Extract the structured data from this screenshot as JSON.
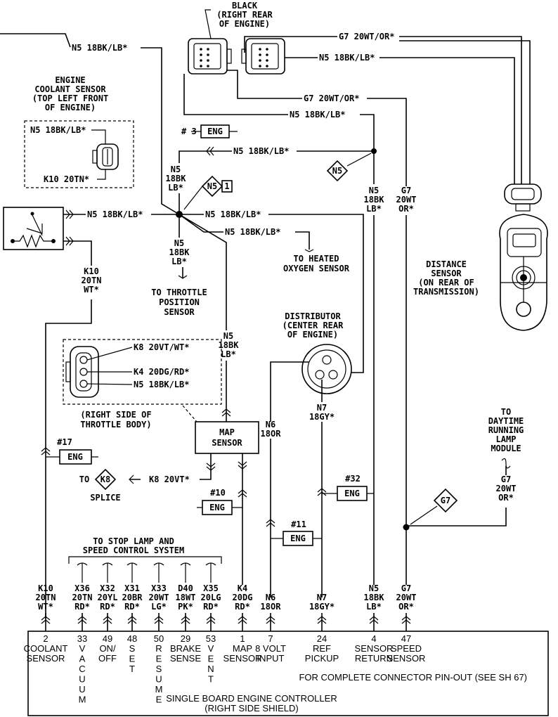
{
  "black_connector": {
    "label": [
      "BLACK",
      "(RIGHT REAR",
      "OF ENGINE)"
    ]
  },
  "top_wires": {
    "n5_left": "N5 18BK/LB*",
    "g7_top": "G7 20WT/OR*",
    "n5_top": "N5 18BK/LB*",
    "g7_mid": "G7 20WT/OR*",
    "n5_mid": "N5 18BK/LB*",
    "n5_splice_in": "N5 18BK/LB*"
  },
  "coolant_sensor": {
    "title": [
      "ENGINE",
      "COOLANT SENSOR",
      "(TOP LEFT FRONT",
      "OF ENGINE)"
    ],
    "wire_n5": "N5 18BK/LB*",
    "wire_k10": "K10 20TN*",
    "out_n5": "N5 18BK/LB*",
    "out_k10": [
      "K10",
      "20TN",
      "WT*"
    ]
  },
  "splice": {
    "ground_ref": {
      "num": "# 3",
      "label": "ENG"
    },
    "diamond_n5_1": {
      "text": "N5",
      "num": "1"
    },
    "diamond_n5": "N5",
    "above_n5": [
      "N5",
      "18BK",
      "LB*"
    ],
    "right_n5_a": "N5 18BK/LB*",
    "right_n5_b": "N5 18BK/LB*",
    "below_n5": [
      "N5",
      "18BK",
      "LB*"
    ],
    "to_tps": [
      "TO THROTTLE",
      "POSITION",
      "SENSOR"
    ],
    "to_o2": [
      "TO HEATED",
      "OXYGEN SENSOR"
    ],
    "map_n5": [
      "N5",
      "18BK",
      "LB*"
    ],
    "return_n5": [
      "N5",
      "18BK",
      "LB*"
    ],
    "speed_g7": [
      "G7",
      "20WT",
      "OR*"
    ]
  },
  "throttle_body": {
    "wires": [
      "K8 20VT/WT*",
      "K4 20DG/RD*",
      "N5 18BK/LB*"
    ],
    "label": [
      "(RIGHT SIDE OF",
      "THROTTLE BODY)"
    ]
  },
  "map_sensor": {
    "label": [
      "MAP",
      "SENSOR"
    ],
    "k8_wire": "K8 20VT*",
    "to": "TO",
    "k8_diamond": "K8",
    "splice": "SPLICE"
  },
  "distributor": {
    "label": [
      "DISTRIBUTOR",
      "(CENTER REAR",
      "OF ENGINE)"
    ],
    "n6": [
      "N6",
      "18OR"
    ],
    "n7": [
      "N7",
      "18GY*"
    ]
  },
  "distance_sensor": {
    "label": [
      "DISTANCE",
      "SENSOR",
      "(ON REAR OF",
      "TRANSMISSION)"
    ]
  },
  "drl": {
    "label": [
      "TO",
      "DAYTIME",
      "RUNNING",
      "LAMP",
      "MODULE"
    ],
    "wire": [
      "G7",
      "20WT",
      "OR*"
    ],
    "diamond": "G7"
  },
  "eng_refs": [
    {
      "num": "#17",
      "label": "ENG"
    },
    {
      "num": "#10",
      "label": "ENG"
    },
    {
      "num": "#11",
      "label": "ENG"
    },
    {
      "num": "#32",
      "label": "ENG"
    }
  ],
  "stop_lamp": {
    "label": [
      "TO STOP LAMP AND",
      "SPEED CONTROL SYSTEM"
    ]
  },
  "bottom_wires": [
    [
      "K10",
      "20TN",
      "WT*"
    ],
    [
      "X36",
      "20TN",
      "RD*"
    ],
    [
      "X32",
      "20YL",
      "RD*"
    ],
    [
      "X31",
      "20BR",
      "RD*"
    ],
    [
      "X33",
      "20WT",
      "LG*"
    ],
    [
      "D40",
      "18WT",
      "PK*"
    ],
    [
      "X35",
      "20LG",
      "RD*"
    ],
    [
      "K4",
      "20DG",
      "RD*"
    ],
    [
      "N6",
      "18OR"
    ],
    [
      "N7",
      "18GY*"
    ],
    [
      "N5",
      "18BK",
      "LB*"
    ],
    [
      "G7",
      "20WT",
      "OR*"
    ]
  ],
  "controller": {
    "pins": [
      {
        "num": "2",
        "label": [
          "COOLANT",
          "SENSOR"
        ]
      },
      {
        "num": "33",
        "label": [
          "V",
          "A",
          "C",
          "U",
          "U",
          "M"
        ]
      },
      {
        "num": "49",
        "label": [
          "ON/",
          "OFF"
        ]
      },
      {
        "num": "48",
        "label": [
          "S",
          "E",
          "T"
        ]
      },
      {
        "num": "50",
        "label": [
          "R",
          "E",
          "S",
          "U",
          "M",
          "E"
        ]
      },
      {
        "num": "29",
        "label": [
          "BRAKE",
          "SENSE"
        ]
      },
      {
        "num": "53",
        "label": [
          "V",
          "E",
          "N",
          "T"
        ]
      },
      {
        "num": "1",
        "label": [
          "MAP",
          "SENSOR"
        ]
      },
      {
        "num": "7",
        "label": [
          "8 VOLT",
          "INPUT"
        ]
      },
      {
        "num": "24",
        "label": [
          "REF",
          "PICKUP"
        ]
      },
      {
        "num": "4",
        "label": [
          "SENSOR",
          "RETURN"
        ]
      },
      {
        "num": "47",
        "label": [
          "SPEED",
          "SENSOR"
        ]
      }
    ],
    "note": "FOR COMPLETE CONNECTOR PIN-OUT (SEE SH 67)",
    "title": [
      "SINGLE BOARD ENGINE CONTROLLER",
      "(RIGHT SIDE SHIELD)"
    ]
  }
}
